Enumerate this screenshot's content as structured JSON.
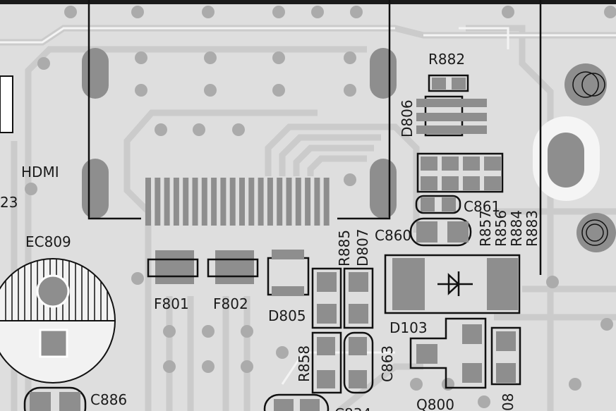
{
  "board": {
    "title": "PCB silkscreen layout (HDMI section)",
    "colors": {
      "background": "#dedede",
      "trace": "#cbcbcb",
      "pad": "#8e8e8e",
      "via": "#ababab",
      "silkscreen": "#111111"
    },
    "labels": {
      "hdmi": "HDMI",
      "ref_23": "23",
      "ec809": "EC809",
      "c886": "C886",
      "f801": "F801",
      "f802": "F802",
      "d805": "D805",
      "r885": "R885",
      "d807": "D807",
      "c860": "C860",
      "c861": "C861",
      "r882": "R882",
      "d806": "D806",
      "r857": "R857",
      "r856": "R856",
      "r884": "R884",
      "r883": "R883",
      "d103": "D103",
      "r858": "R858",
      "c863": "C863",
      "q800": "Q800",
      "c834": "C834",
      "ref_08": "08"
    }
  }
}
